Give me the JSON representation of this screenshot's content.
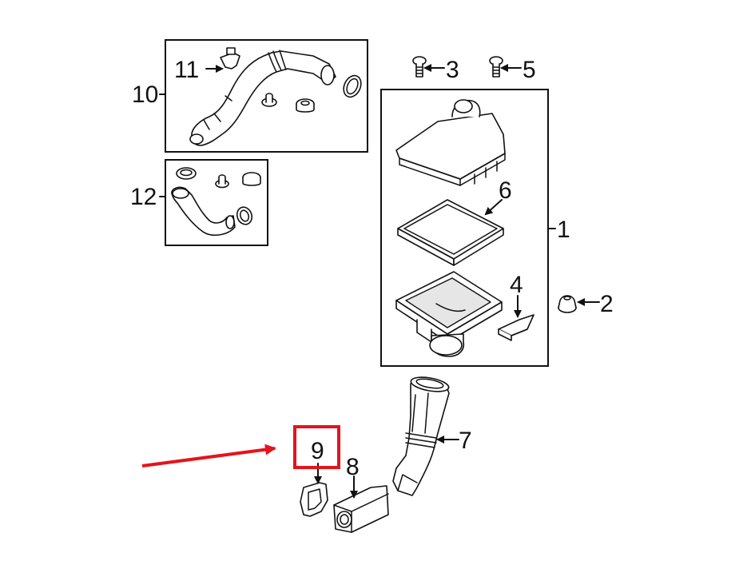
{
  "callouts": {
    "c1": "1",
    "c2": "2",
    "c3": "3",
    "c4": "4",
    "c5": "5",
    "c6": "6",
    "c7": "7",
    "c8": "8",
    "c9": "9",
    "c10": "10",
    "c11": "11",
    "c12": "12"
  },
  "highlight": {
    "target_callout": "9",
    "box_color": "#e4141b",
    "arrow_color": "#e4141b"
  },
  "colors": {
    "line": "#111111",
    "background": "#ffffff"
  }
}
